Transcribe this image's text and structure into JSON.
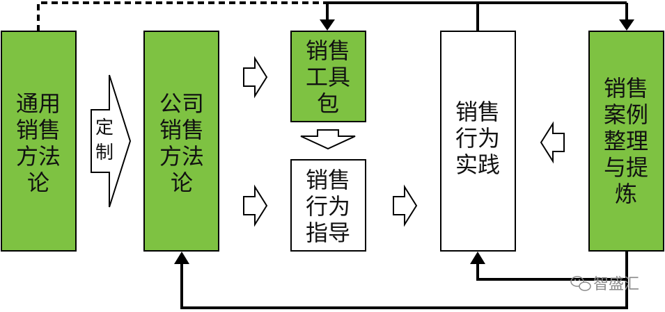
{
  "colors": {
    "green_fill": "#7ec242",
    "white_fill": "#ffffff",
    "stroke": "#000000",
    "watermark": "#8a8a8a"
  },
  "boxes": {
    "general_method": [
      "通用",
      "销售",
      "方法",
      "论"
    ],
    "company_method": [
      "公司",
      "销售",
      "方法",
      "论"
    ],
    "sales_toolkit": [
      "销售",
      "工具",
      "包"
    ],
    "sales_guidance": [
      "销售",
      "行为",
      "指导"
    ],
    "sales_practice": [
      "销售",
      "行为",
      "实践"
    ],
    "case_summary": [
      "销售",
      "案例",
      "整理",
      "与提",
      "炼"
    ]
  },
  "customize_arrow": [
    "定",
    "制"
  ],
  "watermark": {
    "icon": "wechat-logo-icon",
    "text": "智盛汇"
  }
}
